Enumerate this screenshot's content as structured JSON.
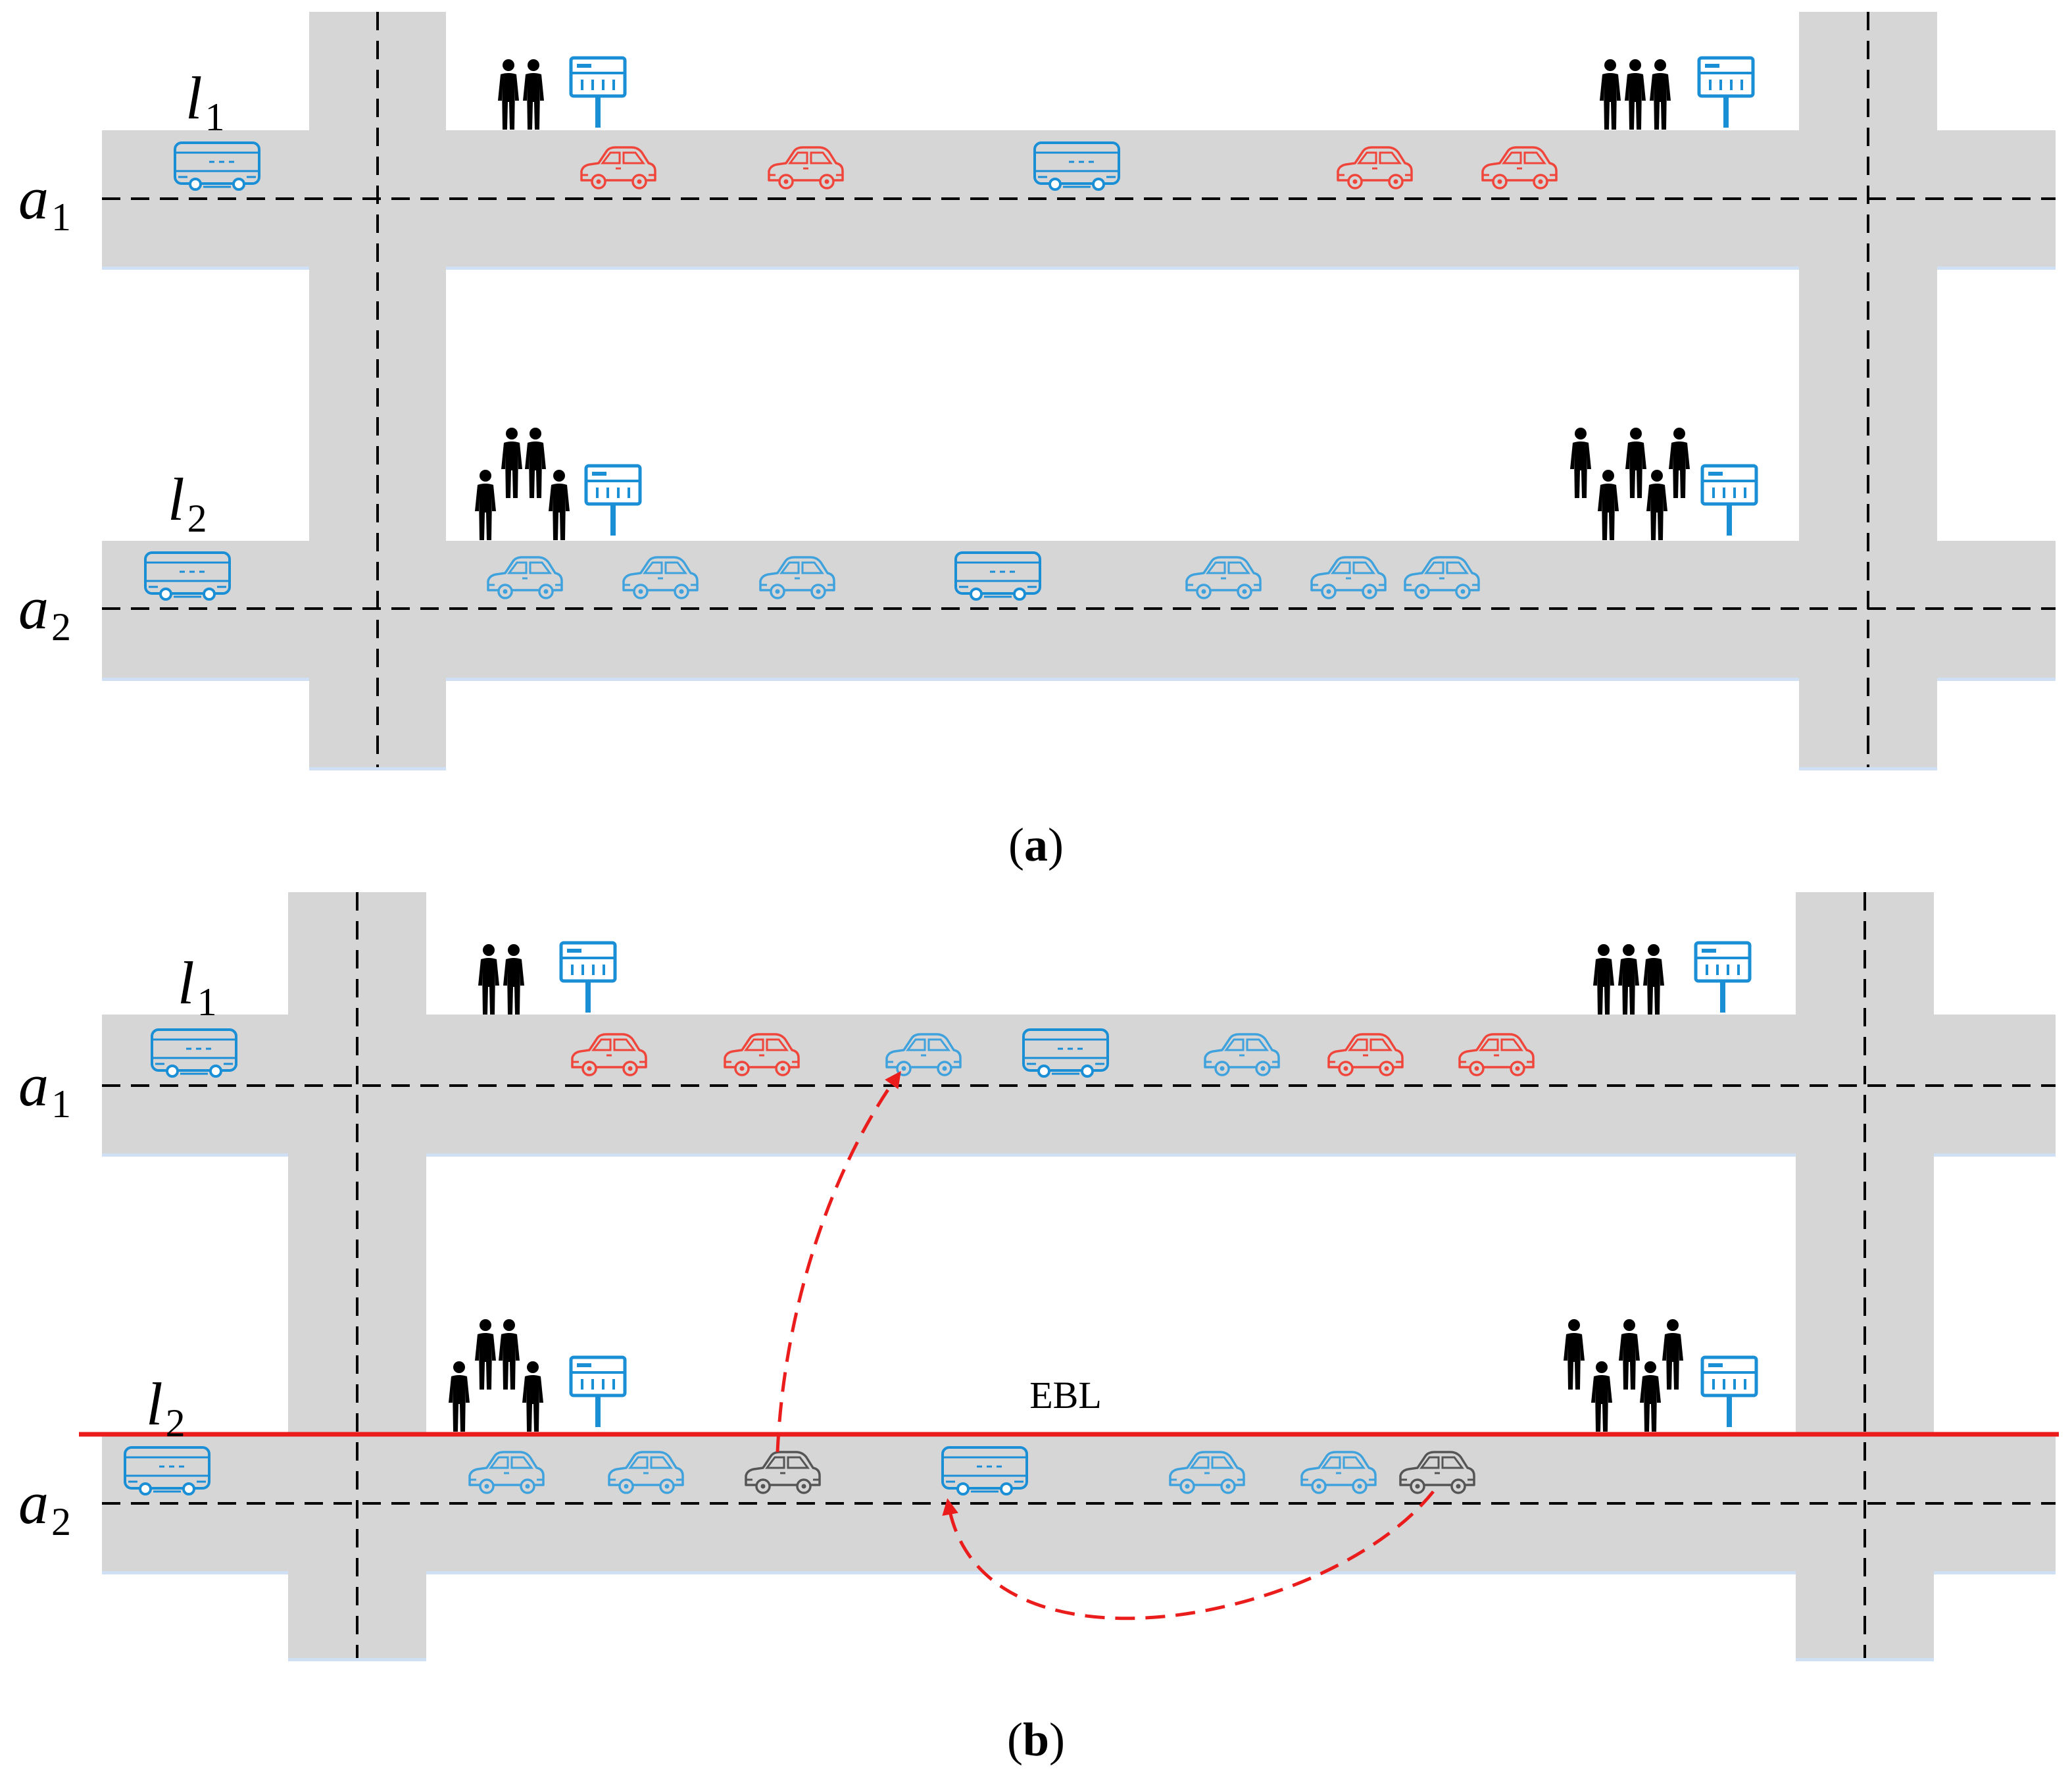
{
  "panels": [
    {
      "id": "a",
      "caption_open": "(",
      "caption_letter": "a",
      "caption_close": ")",
      "lanes": [
        {
          "name_letter": "l",
          "name_sub": "1",
          "arterial_letter": "a",
          "arterial_sub": "1",
          "vehicles": [
            "bus",
            "car-red",
            "car-red",
            "bus",
            "car-red",
            "car-red"
          ],
          "stops": [
            {
              "side": "left",
              "people": 2
            },
            {
              "side": "right",
              "people": 3
            }
          ]
        },
        {
          "name_letter": "l",
          "name_sub": "2",
          "arterial_letter": "a",
          "arterial_sub": "2",
          "vehicles": [
            "bus",
            "car-blue",
            "car-blue",
            "car-blue",
            "bus",
            "car-blue",
            "car-blue",
            "car-blue"
          ],
          "stops": [
            {
              "side": "left",
              "people": 4
            },
            {
              "side": "right",
              "people": 5
            }
          ]
        }
      ]
    },
    {
      "id": "b",
      "caption_open": "(",
      "caption_letter": "b",
      "caption_close": ")",
      "lanes": [
        {
          "name_letter": "l",
          "name_sub": "1",
          "arterial_letter": "a",
          "arterial_sub": "1",
          "vehicles": [
            "bus",
            "car-red",
            "car-red",
            "car-blue",
            "bus",
            "car-blue",
            "car-red",
            "car-red"
          ],
          "stops": [
            {
              "side": "left",
              "people": 2
            },
            {
              "side": "right",
              "people": 3
            }
          ]
        },
        {
          "name_letter": "l",
          "name_sub": "2",
          "arterial_letter": "a",
          "arterial_sub": "2",
          "vehicles": [
            "bus",
            "car-blue",
            "car-blue",
            "car-gray",
            "bus",
            "car-blue",
            "car-blue",
            "car-gray"
          ],
          "stops": [
            {
              "side": "left",
              "people": 4
            },
            {
              "side": "right",
              "people": 5
            }
          ]
        }
      ],
      "ebl_label": "EBL",
      "arrows": [
        {
          "from": "l2-car-gray-1",
          "to": "l1-car-blue-1"
        },
        {
          "from": "l2-car-gray-2",
          "to": "l2-bus-2"
        }
      ]
    }
  ],
  "colors": {
    "road": "#d6d6d6",
    "road_edge": "#cfe0f4",
    "car_red": "#f0453a",
    "car_blue": "#3fa2dd",
    "car_gray": "#555555",
    "bus": "#1a8fd6",
    "stop_sign": "#1a8fd6",
    "people": "#000000",
    "ebl_line": "#ea1c1c",
    "arrow": "#ea1c1c"
  },
  "icons": [
    "bus-icon",
    "car-icon",
    "bus-stop-sign-icon",
    "person-icon",
    "arrow-head-icon"
  ]
}
